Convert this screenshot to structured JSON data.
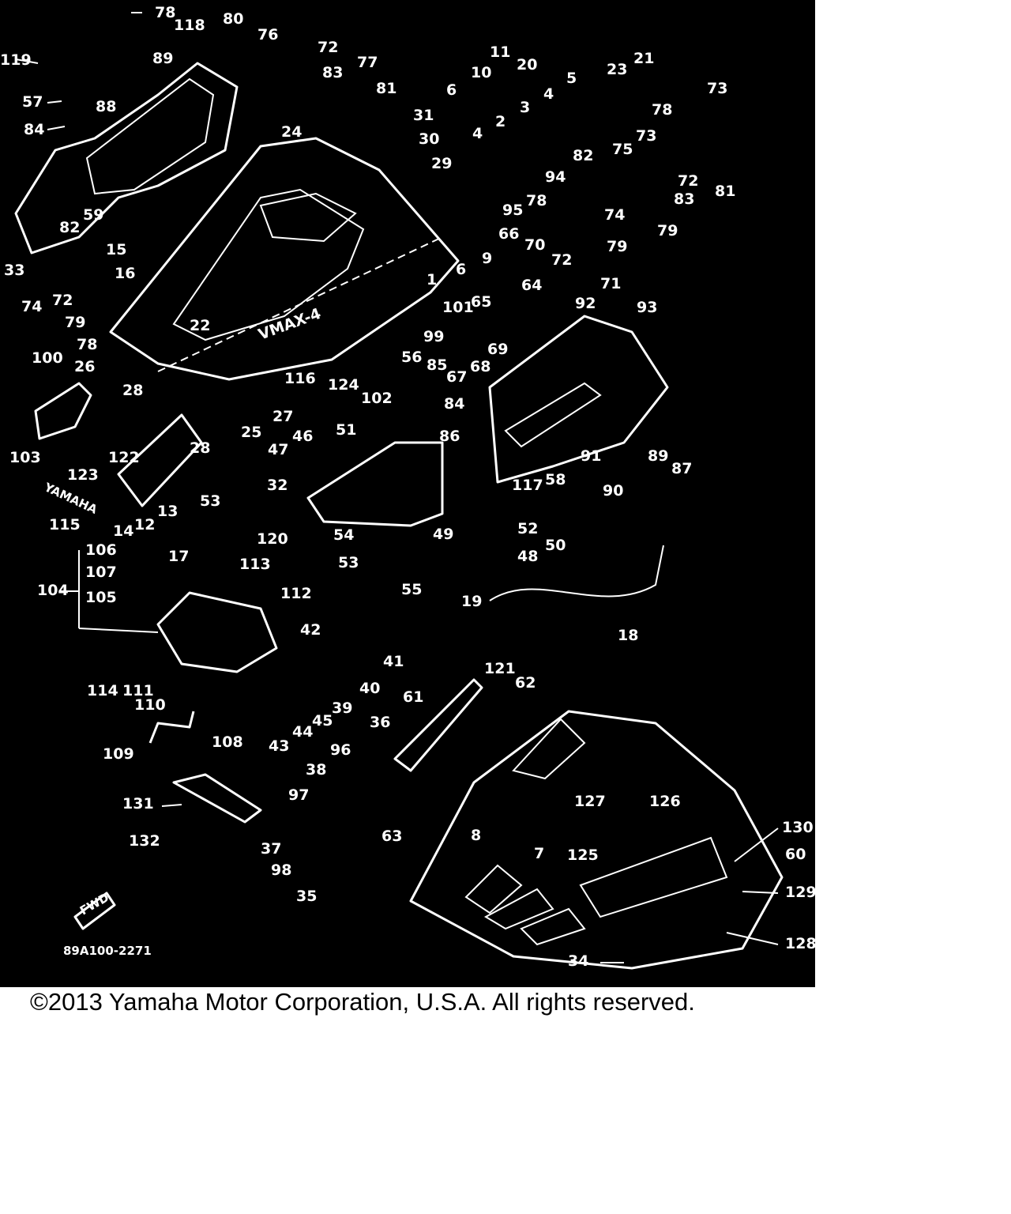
{
  "colors": {
    "diagram_background": "#000000",
    "linework": "#ffffff",
    "page_background": "#ffffff",
    "text": "#000000"
  },
  "diagram": {
    "drawing_code": "89A100-2271",
    "fwd_badge": "FWD",
    "hood_lettering": "VMAX-4",
    "emblem_lettering": "YAMAHA",
    "callouts": [
      "1",
      "2",
      "3",
      "4",
      "5",
      "6",
      "7",
      "8",
      "9",
      "10",
      "11",
      "12",
      "13",
      "14",
      "15",
      "16",
      "17",
      "18",
      "19",
      "20",
      "21",
      "22",
      "23",
      "24",
      "25",
      "26",
      "27",
      "28",
      "29",
      "30",
      "31",
      "32",
      "33",
      "34",
      "35",
      "36",
      "37",
      "38",
      "39",
      "40",
      "41",
      "42",
      "43",
      "44",
      "45",
      "46",
      "47",
      "48",
      "49",
      "50",
      "51",
      "52",
      "53",
      "54",
      "55",
      "56",
      "57",
      "58",
      "59",
      "60",
      "61",
      "62",
      "63",
      "64",
      "65",
      "66",
      "67",
      "68",
      "69",
      "70",
      "71",
      "72",
      "73",
      "74",
      "75",
      "76",
      "77",
      "78",
      "79",
      "80",
      "81",
      "82",
      "83",
      "84",
      "85",
      "86",
      "87",
      "88",
      "89",
      "90",
      "91",
      "92",
      "93",
      "94",
      "95",
      "96",
      "97",
      "98",
      "99",
      "100",
      "101",
      "102",
      "103",
      "104",
      "105",
      "106",
      "107",
      "108",
      "109",
      "110",
      "111",
      "112",
      "113",
      "114",
      "115",
      "116",
      "117",
      "118",
      "119",
      "120",
      "121",
      "122",
      "123",
      "124",
      "125",
      "126",
      "127",
      "128",
      "129",
      "130",
      "131",
      "132"
    ]
  },
  "footer": {
    "copyright": "©2013 Yamaha Motor Corporation, U.S.A. All rights reserved."
  }
}
